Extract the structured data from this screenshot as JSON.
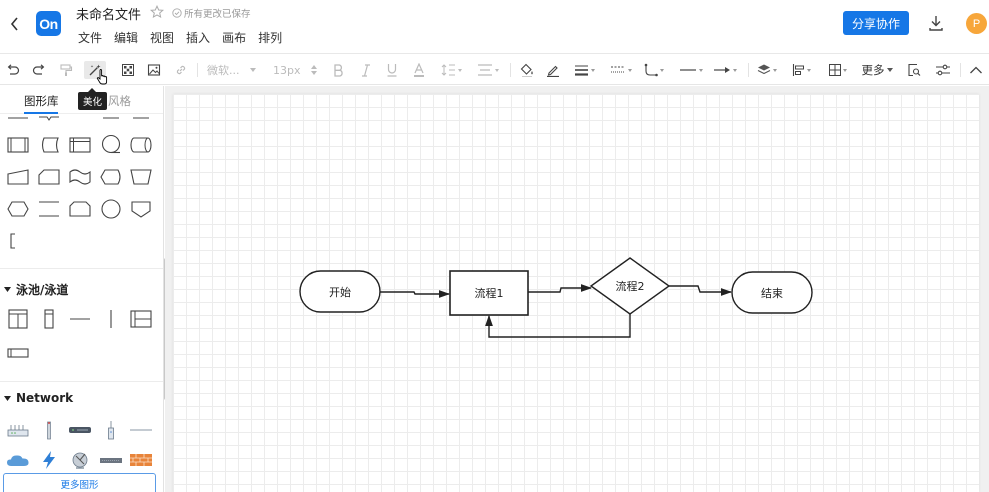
{
  "header": {
    "logo_text": "On",
    "doc_title": "未命名文件",
    "save_status": "所有更改已保存",
    "menu": [
      "文件",
      "编辑",
      "视图",
      "插入",
      "画布",
      "排列"
    ],
    "share_label": "分享协作",
    "avatar_letter": "P",
    "brand_color": "#1677e6"
  },
  "toolbar": {
    "font_name": "微软...",
    "font_size": "13px",
    "more_label": "更多",
    "tooltip": "美化"
  },
  "sidebar": {
    "tabs": [
      "图形库",
      "风格"
    ],
    "sections": [
      {
        "title": "泳池/泳道"
      },
      {
        "title": "Network"
      }
    ],
    "more_shapes_label": "更多图形"
  },
  "diagram": {
    "nodes": [
      {
        "id": "start",
        "label": "开始",
        "shape": "terminator"
      },
      {
        "id": "p1",
        "label": "流程1",
        "shape": "process"
      },
      {
        "id": "p2",
        "label": "流程2",
        "shape": "decision"
      },
      {
        "id": "end",
        "label": "结束",
        "shape": "terminator"
      }
    ]
  }
}
